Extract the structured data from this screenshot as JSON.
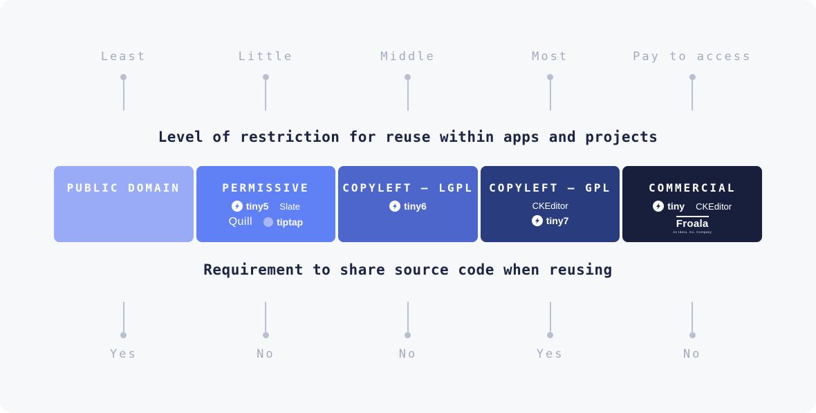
{
  "colors": {
    "background": "#f7f8fa",
    "marker_text": "#a2aabf",
    "marker_line": "#b9bfd2",
    "headline_text": "#1b2444"
  },
  "top_axis": {
    "title": "Level of restriction for reuse within apps and projects",
    "labels": [
      "Least",
      "Little",
      "Middle",
      "Most",
      "Pay to access"
    ]
  },
  "bottom_axis": {
    "title": "Requirement to share source code when reusing",
    "labels": [
      "Yes",
      "No",
      "No",
      "Yes",
      "No"
    ]
  },
  "cards": [
    {
      "title": "PUBLIC DOMAIN",
      "color": "#99aaf7",
      "logos": {}
    },
    {
      "title": "PERMISSIVE",
      "color": "#6080f5",
      "logos": {
        "tiny5": "tiny5",
        "slate": "Slate",
        "quill": "Quill",
        "tiptap": "tiptap"
      }
    },
    {
      "title": "COPYLEFT — LGPL",
      "color": "#4c66cc",
      "logos": {
        "tiny6": "tiny6"
      }
    },
    {
      "title": "COPYLEFT — GPL",
      "color": "#293c7d",
      "logos": {
        "ckeditor": "CKEditor",
        "tiny7": "tiny7"
      }
    },
    {
      "title": "COMMERCIAL",
      "color": "#171f3d",
      "logos": {
        "tiny": "tiny",
        "ckeditor": "CKEditor",
        "froala": "Froala",
        "froala_sub": "An Idera, Inc. Company"
      }
    }
  ]
}
